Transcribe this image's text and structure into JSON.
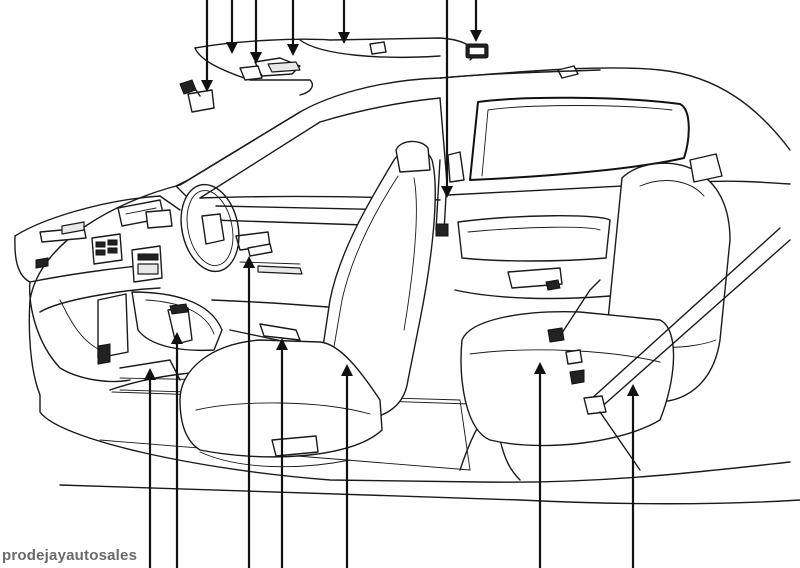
{
  "watermark": {
    "text": "prodejayautosales"
  },
  "colors": {
    "line": "#1a1a1a",
    "background": "#ffffff",
    "watermark": "#6a6a6a"
  },
  "callouts": {
    "top_count": 7,
    "bottom_count": 7
  }
}
